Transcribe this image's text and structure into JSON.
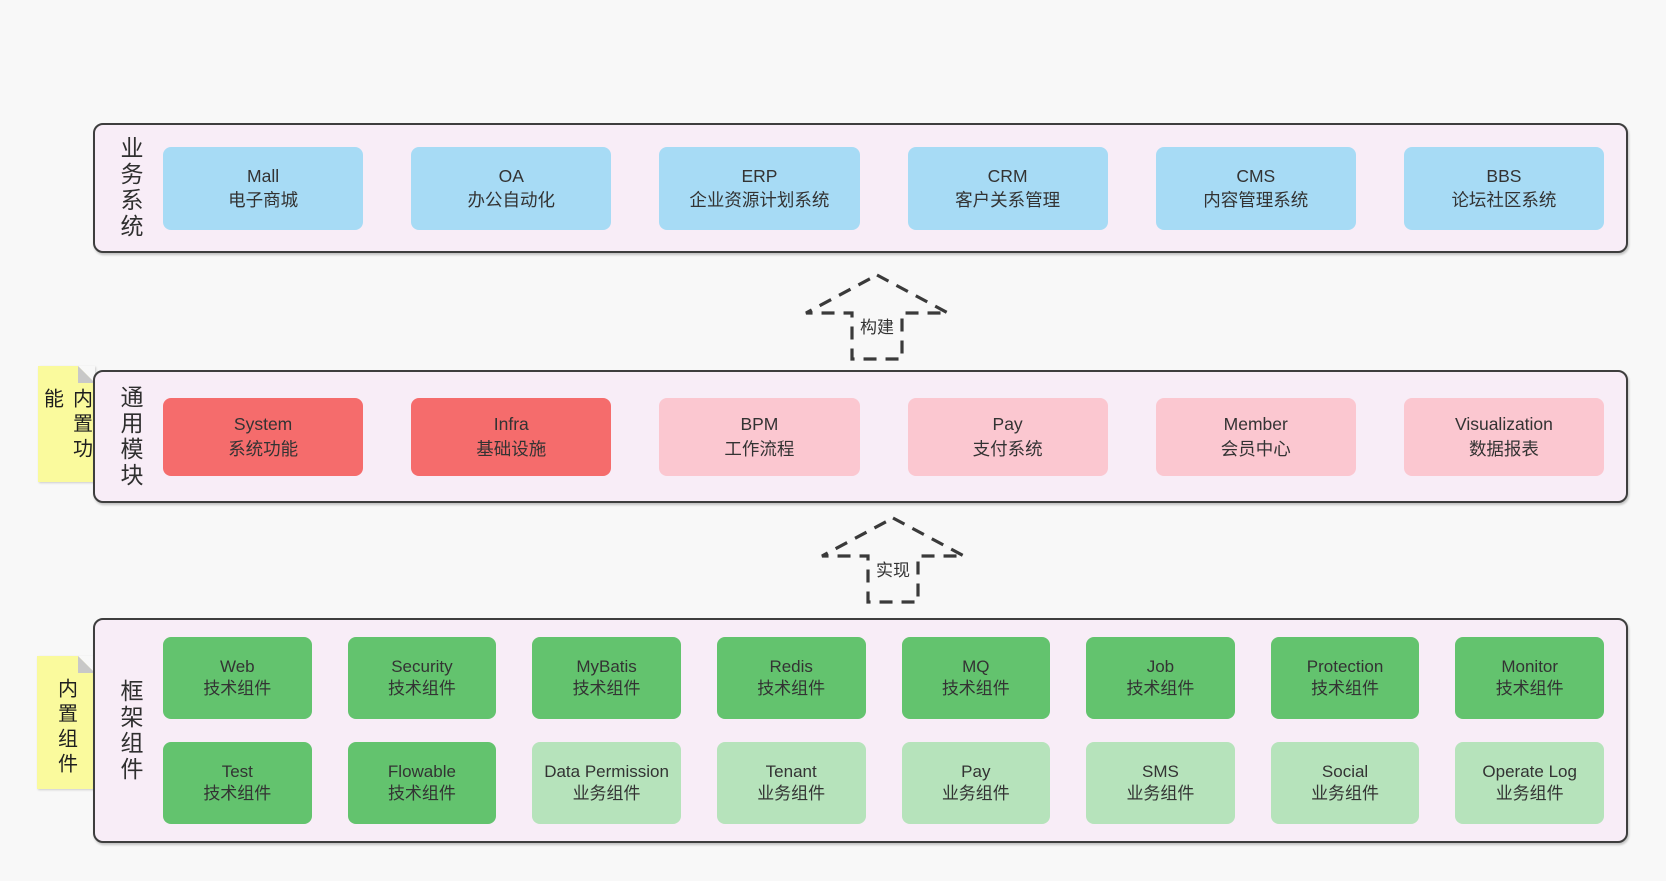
{
  "colors": {
    "page_bg": "#f8f8f8",
    "band_bg": "#f8edf7",
    "band_border": "#3e3e3e",
    "blue": "#a7dbf5",
    "red": "#f56c6c",
    "pink": "#fbc7d0",
    "green": "#63c36e",
    "lightgreen": "#b6e3bb",
    "sticky_yellow": "#fafa9d",
    "arrow_stroke": "#3a3a3a"
  },
  "arrows": [
    {
      "label": "构建"
    },
    {
      "label": "实现"
    }
  ],
  "bands": [
    {
      "label": "业务系统",
      "boxes": [
        {
          "en": "Mall",
          "zh": "电子商城",
          "variant": "blue"
        },
        {
          "en": "OA",
          "zh": "办公自动化",
          "variant": "blue"
        },
        {
          "en": "ERP",
          "zh": "企业资源计划系统",
          "variant": "blue"
        },
        {
          "en": "CRM",
          "zh": "客户关系管理",
          "variant": "blue"
        },
        {
          "en": "CMS",
          "zh": "内容管理系统",
          "variant": "blue"
        },
        {
          "en": "BBS",
          "zh": "论坛社区系统",
          "variant": "blue"
        }
      ]
    },
    {
      "label": "通用模块",
      "sticky": "内置功能",
      "boxes": [
        {
          "en": "System",
          "zh": "系统功能",
          "variant": "red"
        },
        {
          "en": "Infra",
          "zh": "基础设施",
          "variant": "red"
        },
        {
          "en": "BPM",
          "zh": "工作流程",
          "variant": "pink"
        },
        {
          "en": "Pay",
          "zh": "支付系统",
          "variant": "pink"
        },
        {
          "en": "Member",
          "zh": "会员中心",
          "variant": "pink"
        },
        {
          "en": "Visualization",
          "zh": "数据报表",
          "variant": "pink"
        }
      ]
    },
    {
      "label": "框架组件",
      "sticky": "内置组件",
      "rows": [
        [
          {
            "en": "Web",
            "zh": "技术组件",
            "variant": "green"
          },
          {
            "en": "Security",
            "zh": "技术组件",
            "variant": "green"
          },
          {
            "en": "MyBatis",
            "zh": "技术组件",
            "variant": "green"
          },
          {
            "en": "Redis",
            "zh": "技术组件",
            "variant": "green"
          },
          {
            "en": "MQ",
            "zh": "技术组件",
            "variant": "green"
          },
          {
            "en": "Job",
            "zh": "技术组件",
            "variant": "green"
          },
          {
            "en": "Protection",
            "zh": "技术组件",
            "variant": "green"
          },
          {
            "en": "Monitor",
            "zh": "技术组件",
            "variant": "green"
          }
        ],
        [
          {
            "en": "Test",
            "zh": "技术组件",
            "variant": "green"
          },
          {
            "en": "Flowable",
            "zh": "技术组件",
            "variant": "green"
          },
          {
            "en": "Data Permission",
            "zh": "业务组件",
            "variant": "lightgreen"
          },
          {
            "en": "Tenant",
            "zh": "业务组件",
            "variant": "lightgreen"
          },
          {
            "en": "Pay",
            "zh": "业务组件",
            "variant": "lightgreen"
          },
          {
            "en": "SMS",
            "zh": "业务组件",
            "variant": "lightgreen"
          },
          {
            "en": "Social",
            "zh": "业务组件",
            "variant": "lightgreen"
          },
          {
            "en": "Operate Log",
            "zh": "业务组件",
            "variant": "lightgreen"
          }
        ]
      ]
    }
  ]
}
